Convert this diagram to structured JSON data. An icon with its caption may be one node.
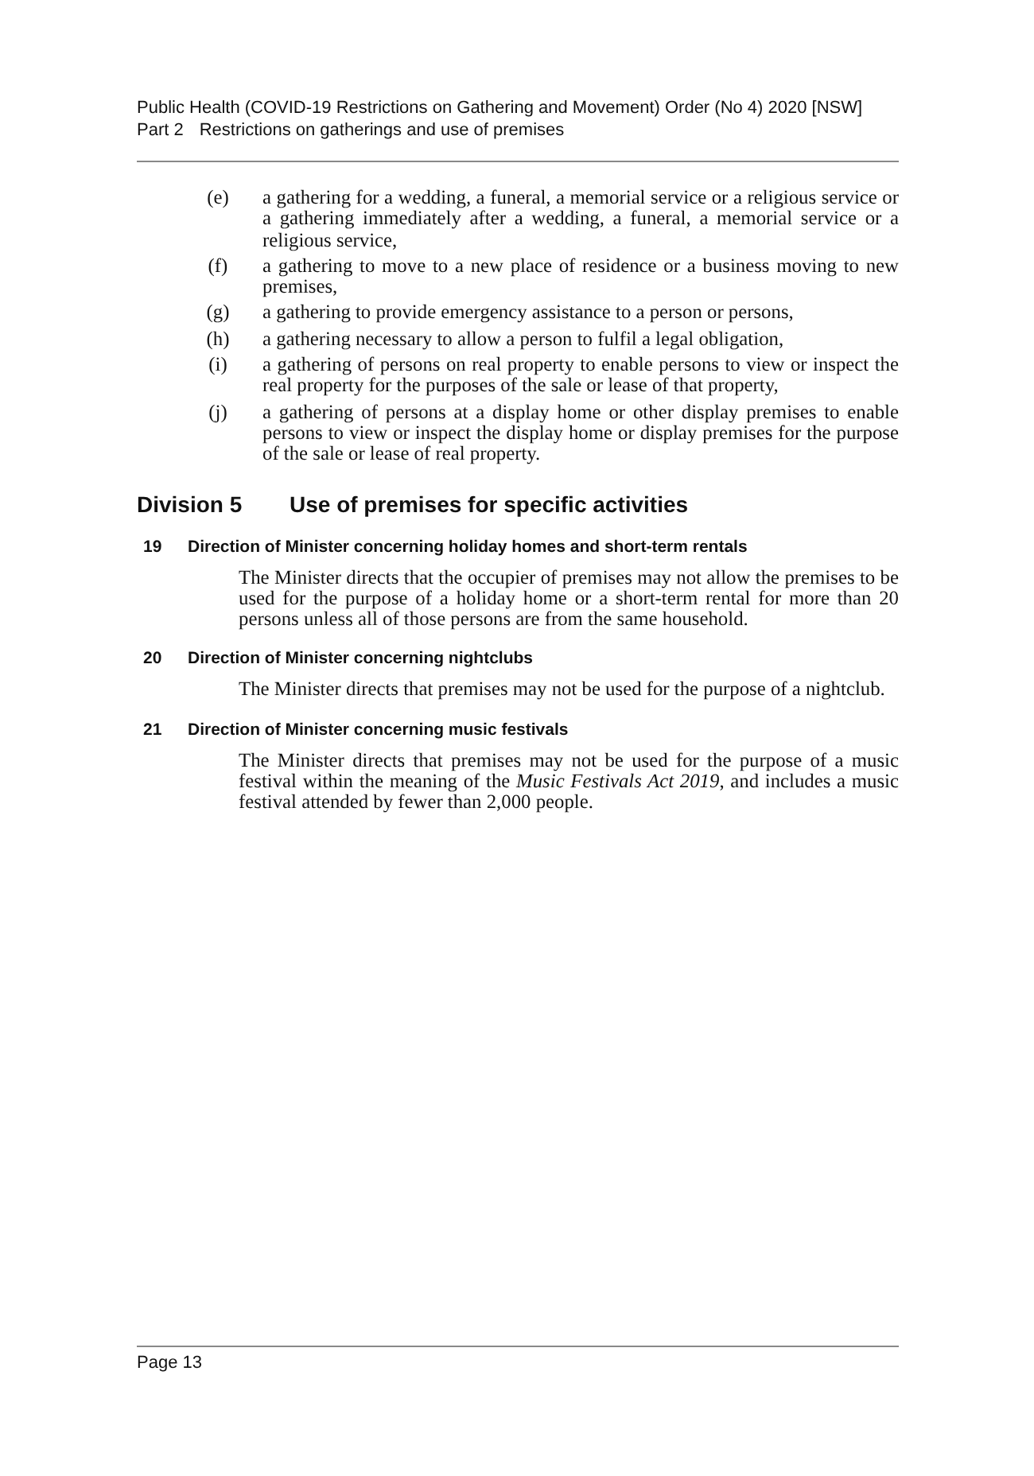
{
  "diagram": {
    "labels": [
      "Public Health (COVID-19 Restrictions on Gathering and Movement) Order (No 4) 2020 [NSW]",
      "Part 2",
      "Restrictions on gatherings and use of premises",
      "(e)",
      "a gathering for a wedding, a funeral, a memorial service or a religious service or a gathering immediately after a wedding, a funeral, a memorial service or a religious service,",
      "(f)",
      "a gathering to move to a new place of residence or a business moving to new premises,",
      "(g)",
      "a gathering to provide emergency assistance to a person or persons,",
      "(h)",
      "a gathering necessary to allow a person to fulfil a legal obligation,",
      "(i)",
      "a gathering of persons on real property to enable persons to view or inspect the real property for the purposes of the sale or lease of that property,",
      "(j)",
      "a gathering of persons at a display home or other display premises to enable persons to view or inspect the display home or display premises for the purpose of the sale or lease of real property.",
      "Division 5",
      "Use of premises for specific activities",
      "19",
      "Direction of Minister concerning holiday homes and short-term rentals",
      "The Minister directs that the occupier of premises may not allow the premises to be used for the purpose of a holiday home or a short-term rental for more than 20 persons unless all of those persons are from the same household.",
      "20",
      "Direction of Minister concerning nightclubs",
      "The Minister directs that premises may not be used for the purpose of a nightclub.",
      "21",
      "Direction of Minister concerning music festivals",
      "The Minister directs that premises may not be used for the purpose of a music festival within the meaning of the *Music Festivals Act 2019*, and includes a music festival attended by fewer than 2,000 people.",
      "Page 13"
    ]
  }
}
